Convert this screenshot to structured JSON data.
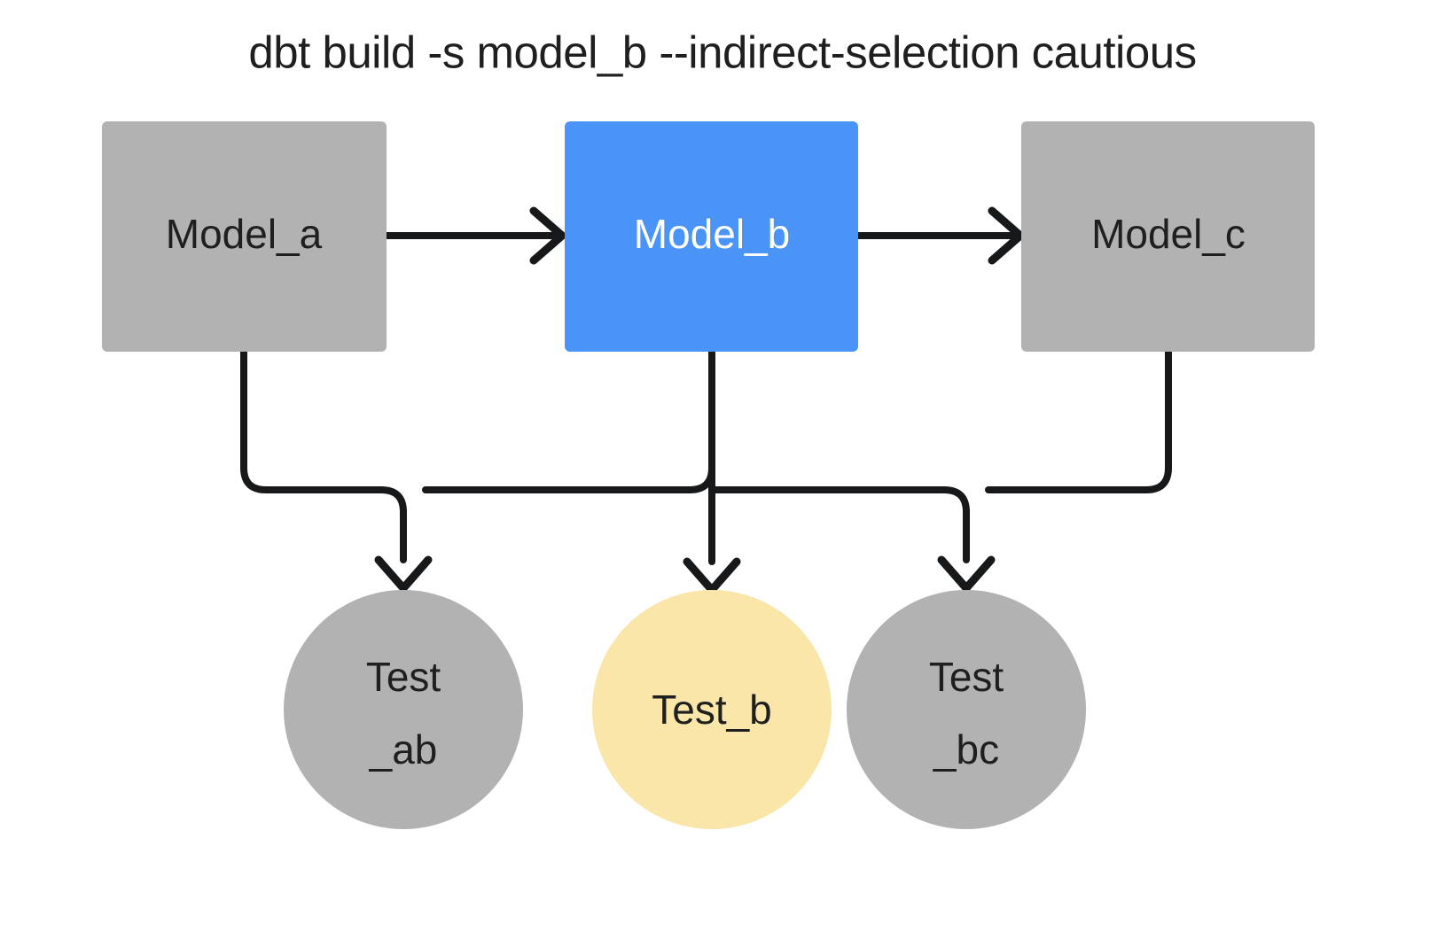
{
  "title": "dbt build -s model_b --indirect-selection cautious",
  "colors": {
    "background": "#ffffff",
    "node_gray": "#b2b2b2",
    "node_blue": "#4a94f8",
    "node_yellow": "#f9e6a8",
    "edge": "#16181a",
    "text_dark": "#1f1f1f",
    "text_light": "#ffffff"
  },
  "models": [
    {
      "id": "model_a",
      "label": "Model_a",
      "fill": "#b2b2b2",
      "text_color": "#1f1f1f",
      "selected": false
    },
    {
      "id": "model_b",
      "label": "Model_b",
      "fill": "#4a94f8",
      "text_color": "#ffffff",
      "selected": true
    },
    {
      "id": "model_c",
      "label": "Model_c",
      "fill": "#b2b2b2",
      "text_color": "#1f1f1f",
      "selected": false
    }
  ],
  "tests": [
    {
      "id": "test_ab",
      "label_line1": "Test",
      "label_line2": "_ab",
      "fill": "#b2b2b2",
      "text_color": "#1f1f1f",
      "selected": false
    },
    {
      "id": "test_b",
      "label_line1": "Test_b",
      "label_line2": "",
      "fill": "#f9e6a8",
      "text_color": "#1f1f1f",
      "selected": true
    },
    {
      "id": "test_bc",
      "label_line1": "Test",
      "label_line2": "_bc",
      "fill": "#b2b2b2",
      "text_color": "#1f1f1f",
      "selected": false
    }
  ],
  "edges": [
    {
      "id": "model_a-to-model_b",
      "from": "model_a",
      "to": "model_b",
      "direction": "horizontal"
    },
    {
      "id": "model_b-to-model_c",
      "from": "model_b",
      "to": "model_c",
      "direction": "horizontal"
    },
    {
      "id": "model_a-to-test_ab",
      "from": "model_a",
      "to": "test_ab",
      "direction": "elbow"
    },
    {
      "id": "model_b-to-test_ab",
      "from": "model_b",
      "to": "test_ab",
      "direction": "elbow"
    },
    {
      "id": "model_b-to-test_b",
      "from": "model_b",
      "to": "test_b",
      "direction": "vertical"
    },
    {
      "id": "model_b-to-test_bc",
      "from": "model_b",
      "to": "test_bc",
      "direction": "elbow"
    },
    {
      "id": "model_c-to-test_bc",
      "from": "model_c",
      "to": "test_bc",
      "direction": "elbow"
    }
  ]
}
